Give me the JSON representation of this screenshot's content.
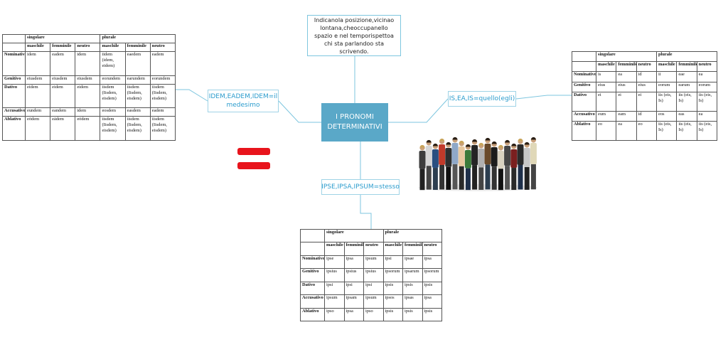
{
  "diagram": {
    "central_topic": "I PRONOMI DETERMINATIVI",
    "note": "Indicanola posizione,vicinao lontana,cheoccupanello spazio e nel temporispettoa chi sta parlandoo sta scrivendo.",
    "branches": {
      "idem": "IDEM,EADEM,IDEM=il medesimo",
      "is": "IS,EA,IS=quello(egli)",
      "ipse": "IPSE,IPSA,IPSUM=stesso"
    },
    "colors": {
      "central_fill": "#5aa8c8",
      "branch_text": "#2b9ccd",
      "connector": "#7ec6df",
      "equals_sign": "#e8141c"
    },
    "icons": [
      "equals-sign-icon",
      "group-of-people-image"
    ]
  },
  "tables": {
    "idem": {
      "groups": [
        "singolare",
        "plurale"
      ],
      "genders": [
        "maschile",
        "femminile",
        "neutro",
        "maschile",
        "femminile",
        "neutro"
      ],
      "rows": [
        {
          "case": "Nominativo",
          "cells": [
            "idem",
            "eadem",
            "idem",
            "iidem (idem, eidem)",
            "eaedem",
            "eadem"
          ]
        },
        {
          "case": "Genitivo",
          "cells": [
            "eiusdem",
            "eiusdem",
            "eiusdem",
            "eorundem",
            "earundem",
            "eorundem"
          ]
        },
        {
          "case": "Dativo",
          "cells": [
            "eidem",
            "eidem",
            "eidem",
            "iisdem (Iisdem, eisdem)",
            "iisdem (Iisdem, eisdem)",
            "iisdem (Iisdem, eisdem)"
          ]
        },
        {
          "case": "Accusativo",
          "cells": [
            "eundem",
            "eandem",
            "idem",
            "eosdem",
            "easdem",
            "eadem"
          ]
        },
        {
          "case": "Ablativo",
          "cells": [
            "eōdem",
            "eādem",
            "eōdem",
            "iisdem (Iisdem, eisdem)",
            "iisdem (Iisdem, eisdem)",
            "iisdem (Iisdem, eisdem)"
          ]
        }
      ]
    },
    "is": {
      "groups": [
        "singolare",
        "plurale"
      ],
      "genders": [
        "maschile",
        "femminile",
        "neutro",
        "maschile",
        "femminile",
        "neutro"
      ],
      "rows": [
        {
          "case": "Nominativo",
          "cells": [
            "is",
            "ea",
            "id",
            "ii",
            "eae",
            "ea"
          ]
        },
        {
          "case": "Genitivo",
          "cells": [
            "eius",
            "eius",
            "eius",
            "eorum",
            "earum",
            "eorum"
          ]
        },
        {
          "case": "Dativo",
          "cells": [
            "ei",
            "ei",
            "ei",
            "iis (eis, Is)",
            "iis (eis, Is)",
            "iis (eis, Is)"
          ]
        },
        {
          "case": "Accusativo",
          "cells": [
            "eum",
            "eam",
            "id",
            "eos",
            "eas",
            "ea"
          ]
        },
        {
          "case": "Ablativo",
          "cells": [
            "eo",
            "ea",
            "eo",
            "iis (eis, Is)",
            "iis (eis, Is)",
            "iis (eis, Is)"
          ]
        }
      ]
    },
    "ipse": {
      "groups": [
        "singolare",
        "plurale"
      ],
      "genders": [
        "maschile",
        "femminile",
        "neutro",
        "maschile",
        "femminile",
        "neutro"
      ],
      "rows": [
        {
          "case": "Nominativo",
          "cells": [
            "ipse",
            "ipsa",
            "ipsum",
            "ipsi",
            "ipsae",
            "ipsa"
          ]
        },
        {
          "case": "Genitivo",
          "cells": [
            "ipsius",
            "ipsius",
            "ipsius",
            "ipsorum",
            "ipsarum",
            "ipsorum"
          ]
        },
        {
          "case": "Dativo",
          "cells": [
            "ipsi",
            "ipsi",
            "ipsi",
            "ipsis",
            "ipsis",
            "ipsis"
          ]
        },
        {
          "case": "Accusativo",
          "cells": [
            "ipsum",
            "ipsam",
            "ipsum",
            "ipsos",
            "ipsas",
            "ipsa"
          ]
        },
        {
          "case": "Ablativo",
          "cells": [
            "ipso",
            "ipsa",
            "ipso",
            "ipsis",
            "ipsis",
            "ipsis"
          ]
        }
      ]
    }
  }
}
